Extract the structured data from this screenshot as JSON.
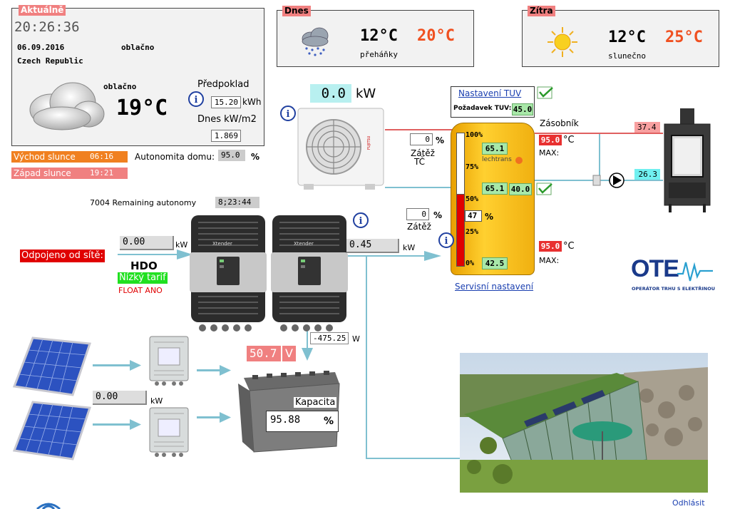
{
  "current": {
    "label": "Aktuálně",
    "time": "20:26:36",
    "date": "06.09.2016",
    "condition_top": "oblačno",
    "country": "Czech Republic",
    "condition": "oblačno",
    "temp": "19°C",
    "forecast_label": "Předpoklad",
    "forecast_kwh": "15.20",
    "kwh_unit": "kWh",
    "today_label": "Dnes kW/m2",
    "today_value": "1.869"
  },
  "today": {
    "label": "Dnes",
    "temp_low": "12°C",
    "temp_high": "20°C",
    "condition": "přeháňky"
  },
  "tomorrow": {
    "label": "Zítra",
    "temp_low": "12°C",
    "temp_high": "25°C",
    "condition": "slunečno"
  },
  "sun": {
    "sunrise_label": "Východ slunce",
    "sunrise": "06:16",
    "sunset_label": "Západ slunce",
    "sunset": "19:21"
  },
  "autonomy": {
    "label": "Autonomita domu:",
    "value": "95.0",
    "unit": "%",
    "remaining_label": "7004 Remaining autonomy",
    "remaining_value": "8;23:44"
  },
  "heatpump": {
    "power": "0.0",
    "unit": "kW",
    "load_value": "0",
    "load_unit": "%",
    "load_label": "Zátěž",
    "load_label2": "TČ"
  },
  "tuv": {
    "settings_link": "Nastavení TUV",
    "demand_label": "Požadavek TUV:",
    "demand_value": "45.0"
  },
  "tank": {
    "storage_label": "Zásobník",
    "pct100": "100%",
    "pct75": "75%",
    "pct50": "50%",
    "pct25": "25%",
    "pct0": "0%",
    "t_top": "65.1",
    "t_mid": "65.1",
    "t_mid_set": "40.0",
    "t_bottom": "42.5",
    "level": "47",
    "level_unit": "%",
    "load_value": "0",
    "load_unit": "%",
    "load_label": "Zátěž",
    "max_top": "95.0",
    "max_bottom": "95.0",
    "max_unit": "°C",
    "max_label": "MAX:",
    "service_link": "Servisní nastavení",
    "brand": "lechtrans"
  },
  "fireplace": {
    "t_out": "37.4",
    "t_in": "26.3"
  },
  "grid": {
    "power": "0.00",
    "unit": "kW",
    "status": "Odpojeno od sítě:",
    "hdo": "HDO",
    "tariff": "Nízký tarif",
    "float": "FLOAT ANO"
  },
  "inverter": {
    "output_power": "0.45",
    "output_unit": "kW",
    "battery_power": "-475.25",
    "battery_unit": "W",
    "brand": "Xtender"
  },
  "solar": {
    "power": "0.00",
    "unit": "kW"
  },
  "battery": {
    "voltage": "50.7",
    "voltage_unit": "V",
    "capacity_label": "Kapacita",
    "capacity_value": "95.88",
    "capacity_unit": "%"
  },
  "ote": {
    "logo": "OTE",
    "subtitle": "OPERÁTOR TRHU S ELEKTŘINOU"
  },
  "logout": "Odhlásit",
  "colors": {
    "pipe_hot": "#e06060",
    "pipe_cold": "#7fc0d0",
    "tag_pink": "#f08080",
    "orange": "#f08020"
  }
}
